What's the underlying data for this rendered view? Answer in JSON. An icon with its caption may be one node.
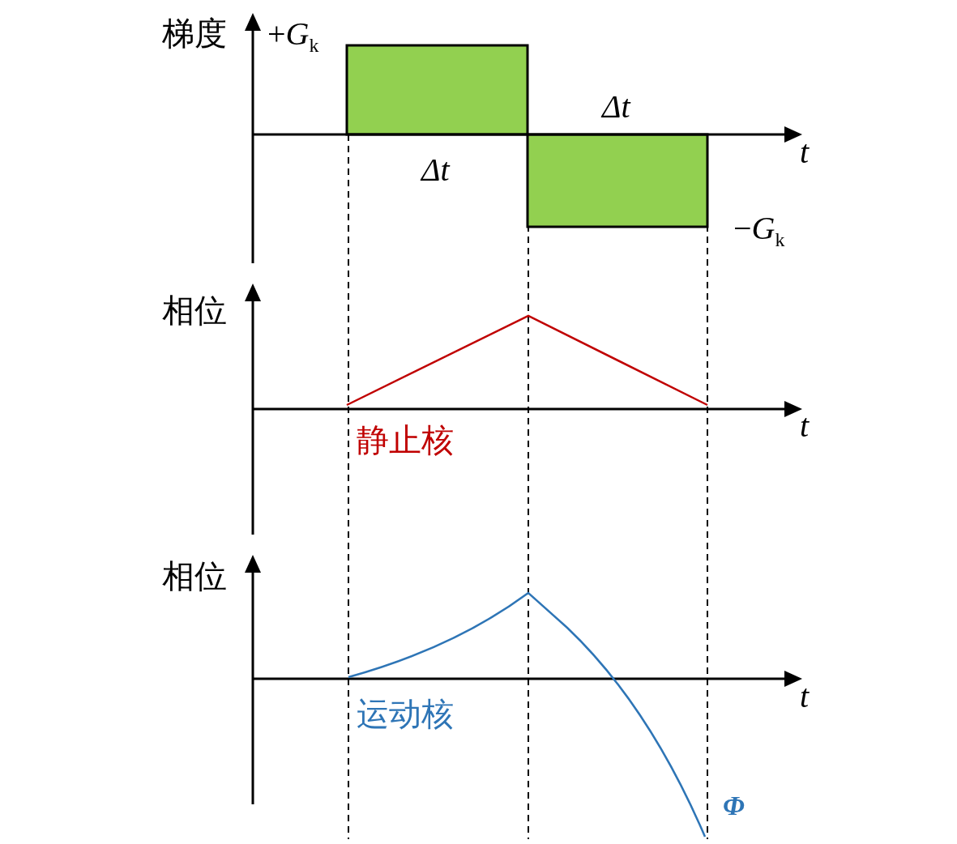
{
  "diagram": {
    "labels": [
      "梯度",
      "+*G*$_{k}$",
      "Δt",
      "Δt",
      "t",
      "−*G*$_{k}$",
      "相位",
      "t",
      "静止核",
      "相位",
      "t",
      "运动核",
      "Φ"
    ]
  }
}
